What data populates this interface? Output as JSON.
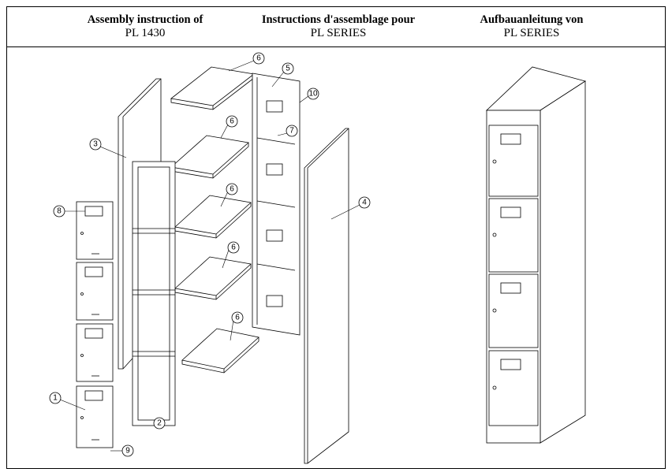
{
  "header": {
    "english": {
      "title": "Assembly instruction of",
      "model": "PL  1430"
    },
    "french": {
      "title": "Instructions d'assemblage pour",
      "model": "PL  SERIES"
    },
    "german": {
      "title": "Aufbauanleitung von",
      "model": "PL  SERIES"
    }
  },
  "callouts": {
    "shelf_top": "6",
    "back_panel": "5",
    "screw_10": "10",
    "left_side_panel": "3",
    "shelf_2": "6",
    "bolt_7": "7",
    "right_side_panel": "4",
    "door_top": "8",
    "shelf_3": "6",
    "shelf_4": "6",
    "shelf_5": "6",
    "door_bottom": "1",
    "hinge_9": "9",
    "front_frame": "2"
  }
}
